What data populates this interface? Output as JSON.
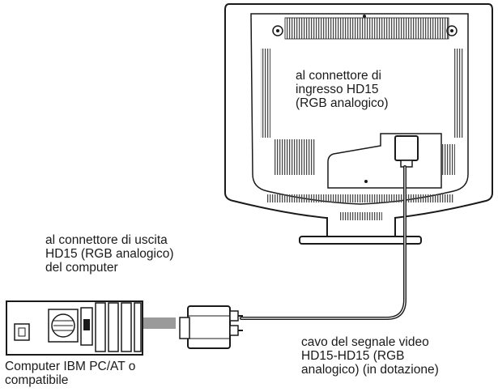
{
  "labels": {
    "monitor_input": {
      "line1": "al connettore di",
      "line2": "ingresso HD15",
      "line3": "(RGB analogico)"
    },
    "computer_output": {
      "line1": "al connettore di uscita",
      "line2": "HD15 (RGB analogico)",
      "line3": "del computer"
    },
    "cable": {
      "line1": "cavo del segnale video",
      "line2": "HD15-HD15 (RGB",
      "line3": "analogico) (in dotazione)"
    },
    "computer": {
      "line1": "Computer IBM PC/AT o",
      "line2": "compatibile"
    }
  },
  "colors": {
    "line": "#1a1a1a",
    "grille": "#4a4a4a",
    "arrow": "#9a9a9a",
    "background": "#ffffff"
  }
}
